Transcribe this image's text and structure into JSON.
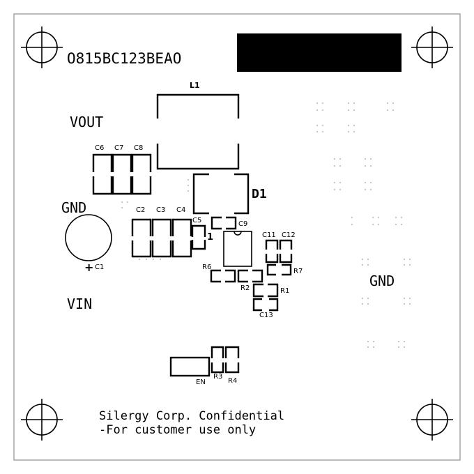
{
  "board": {
    "part_number": "O815BC123BEAO",
    "labels": {
      "vout": "VOUT",
      "gnd_left": "GND",
      "gnd_right": "GND",
      "vin": "VIN",
      "d1": "D1",
      "pin1": "1",
      "plus": "+",
      "en": "EN"
    },
    "refdes": {
      "l1": "L1",
      "c1": "C1",
      "c2": "C2",
      "c3": "C3",
      "c4": "C4",
      "c5": "C5",
      "c6": "C6",
      "c7": "C7",
      "c8": "C8",
      "c9": "C9",
      "c11": "C11",
      "c12": "C12",
      "c13": "C13",
      "r1": "R1",
      "r2": "R2",
      "r3": "R3",
      "r4": "R4",
      "r6": "R6",
      "r7": "R7"
    },
    "footer": {
      "line1": "Silergy Corp. Confidential",
      "line2": "-For customer use only"
    }
  }
}
